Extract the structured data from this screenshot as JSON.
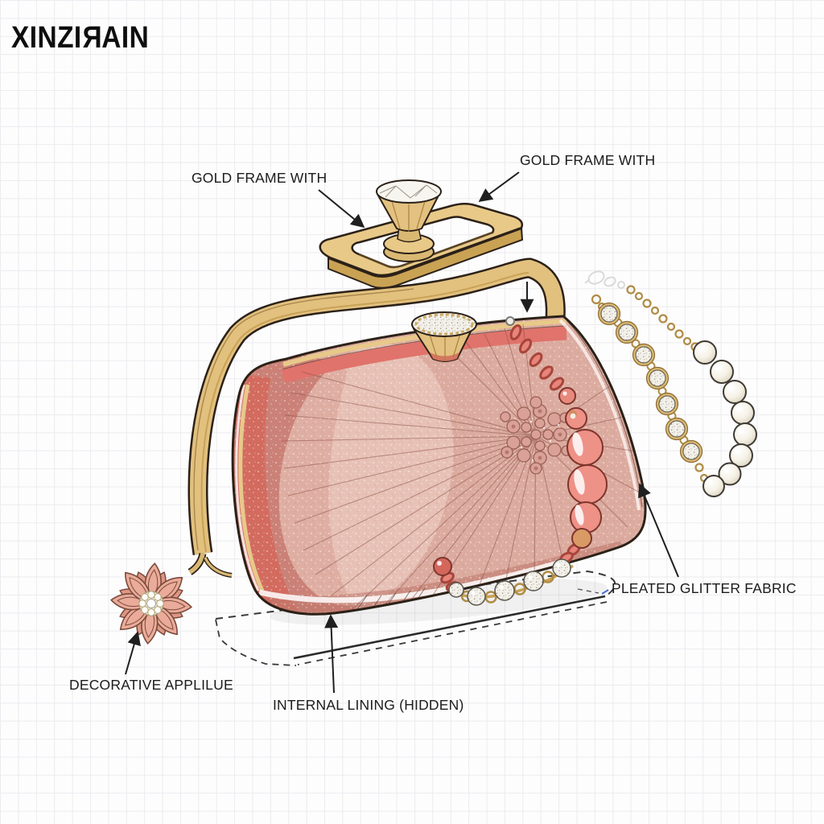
{
  "brand": {
    "logo_part1": "XINZI",
    "logo_mirrored": "R",
    "logo_part2": "AIN"
  },
  "annotations": {
    "frame_left": "GOLD FRAME WITH",
    "frame_right": "GOLD FRAME WITH",
    "pleated": "PLEATED GLITTER FABRIC",
    "applique": "DECORATIVE APPLILUE",
    "lining": "INTERNAL LINING (HIDDEN)"
  },
  "illustration": {
    "parts": [
      "detached-gold-frame-with-diamond-clasp",
      "gold-frame-handle",
      "pleated-glitter-fabric-body",
      "glitter-rosette",
      "coral-bead-strand",
      "crystal-and-pearl-strap",
      "flower-applique",
      "internal-lining-base-outline"
    ]
  },
  "colors": {
    "gold": "#d9b873",
    "gold_light": "#e9c988",
    "gold_dark": "#c9a254",
    "blush_fabric": "#dcab9f",
    "rose_shade": "#cb8177",
    "deep_rose": "#d4685c",
    "coral_bead": "#ee9287",
    "pearl": "#f6f2e7",
    "outline": "#2b2118",
    "label_text": "#1c1c1c",
    "grid_line": "#ececf1"
  }
}
